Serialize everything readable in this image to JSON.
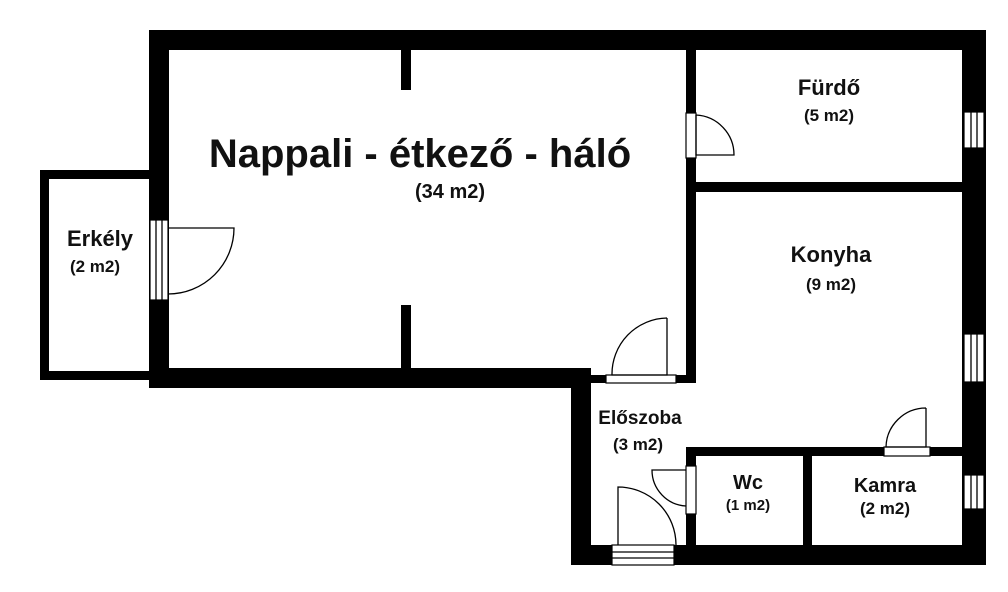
{
  "rooms": {
    "nappali": {
      "name": "Nappali - étkező - háló",
      "area": "(34 m2)"
    },
    "erkely": {
      "name": "Erkély",
      "area": "(2 m2)"
    },
    "furdo": {
      "name": "Fürdő",
      "area": "(5 m2)"
    },
    "konyha": {
      "name": "Konyha",
      "area": "(9 m2)"
    },
    "eloszoba": {
      "name": "Előszoba",
      "area": "(3 m2)"
    },
    "wc": {
      "name": "Wc",
      "area": "(1 m2)"
    },
    "kamra": {
      "name": "Kamra",
      "area": "(2 m2)"
    }
  },
  "colors": {
    "wall": "#000000",
    "background": "#ffffff",
    "text": "#111111"
  }
}
